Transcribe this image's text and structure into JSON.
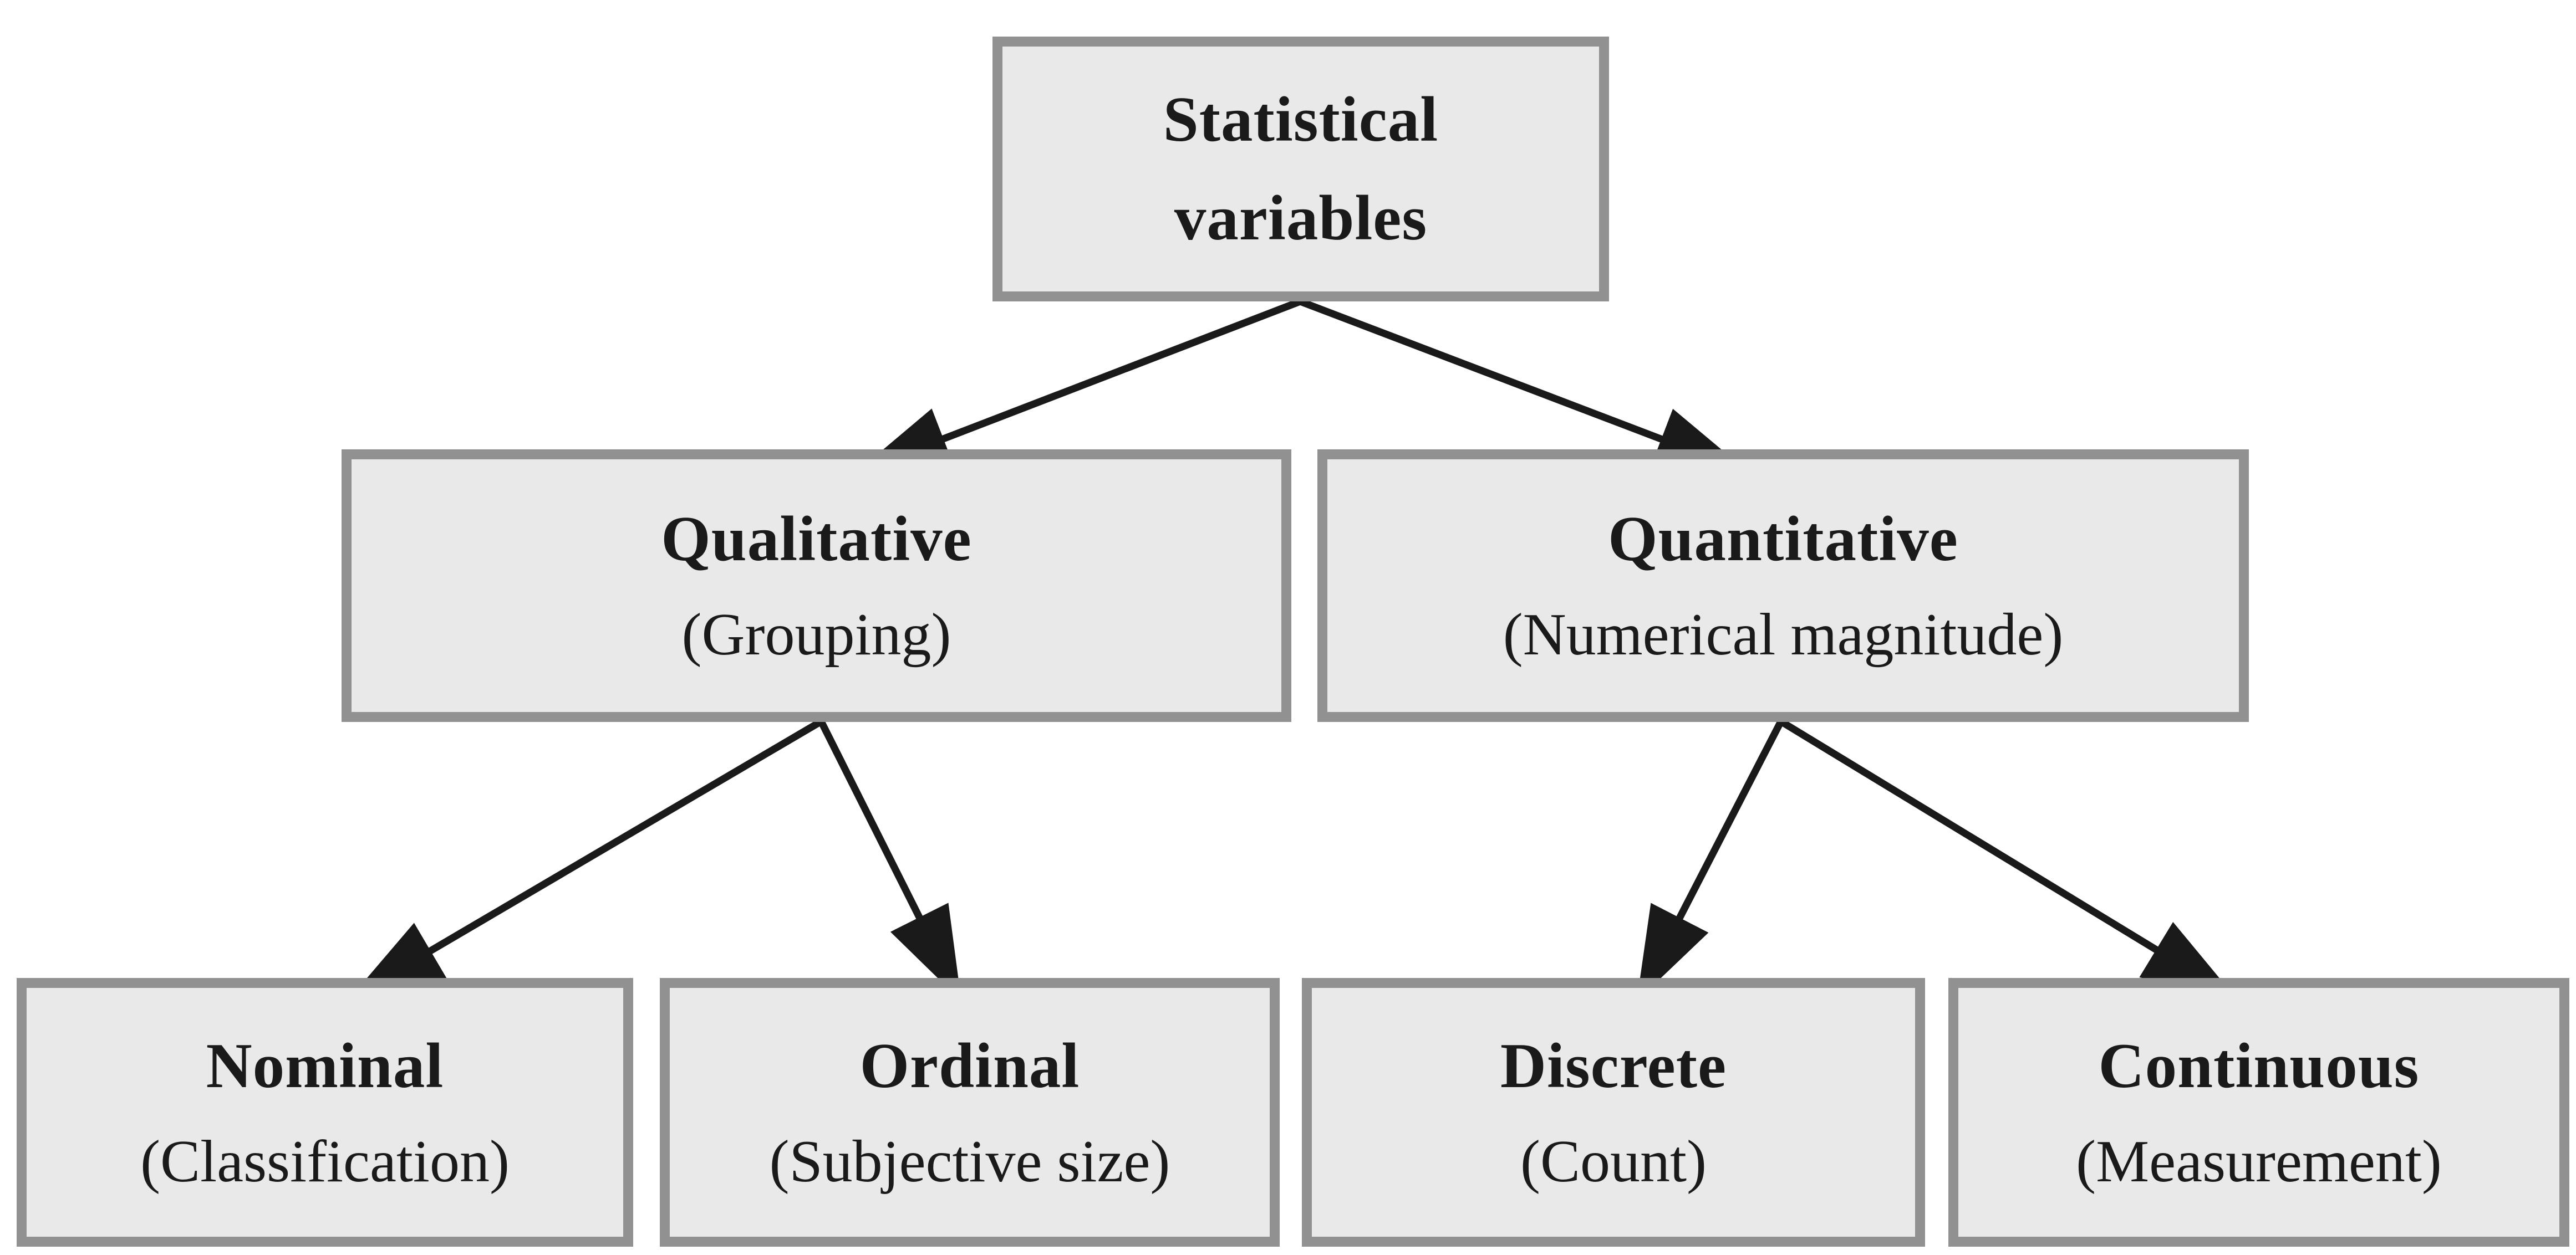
{
  "diagram": {
    "background": "#ffffff",
    "colors": {
      "box_fill": "#e9e9ea",
      "box_border": "#919191",
      "arrow": "#1a1a1a",
      "text": "#1a1a1a"
    },
    "nodes": {
      "root": {
        "title": "Statistical variables"
      },
      "qualitative": {
        "title": "Qualitative",
        "subtitle": "(Grouping)"
      },
      "quantitative": {
        "title": "Quantitative",
        "subtitle": "(Numerical magnitude)"
      },
      "nominal": {
        "title": "Nominal",
        "subtitle": "(Classification)"
      },
      "ordinal": {
        "title": "Ordinal",
        "subtitle": "(Subjective size)"
      },
      "discrete": {
        "title": "Discrete",
        "subtitle": "(Count)"
      },
      "continuous": {
        "title": "Continuous",
        "subtitle": "(Measurement)"
      }
    },
    "edges": [
      {
        "from": "root",
        "to": "qualitative"
      },
      {
        "from": "root",
        "to": "quantitative"
      },
      {
        "from": "qualitative",
        "to": "nominal"
      },
      {
        "from": "qualitative",
        "to": "ordinal"
      },
      {
        "from": "quantitative",
        "to": "discrete"
      },
      {
        "from": "quantitative",
        "to": "continuous"
      }
    ]
  }
}
